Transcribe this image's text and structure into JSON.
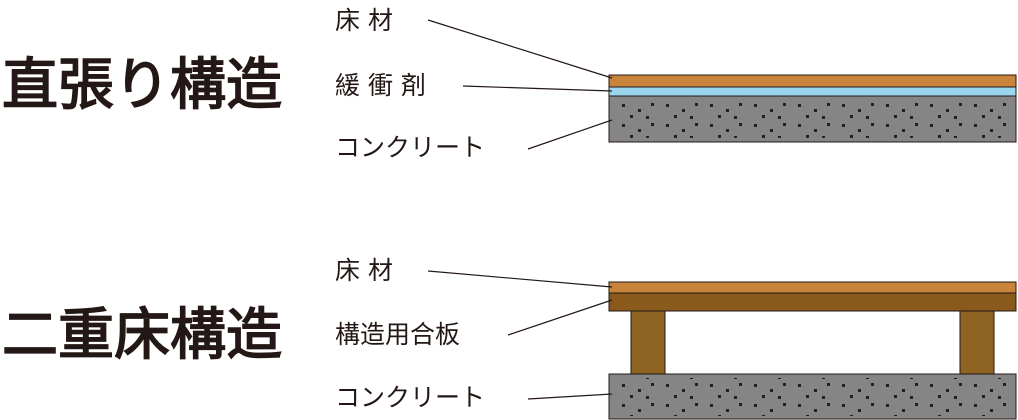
{
  "diagrams": [
    {
      "title": "直張り構造",
      "labels": [
        "床 材",
        "緩 衝 剤",
        "コンクリート"
      ]
    },
    {
      "title": "二重床構造",
      "labels": [
        "床 材",
        "構造用合板",
        "コンクリート"
      ]
    }
  ],
  "colors": {
    "floor": "#c8843a",
    "cushion": "#9ad6ee",
    "plywood": "#8a5a1c",
    "support": "#8f6423",
    "concrete": "#858585",
    "outline": "#231815"
  }
}
